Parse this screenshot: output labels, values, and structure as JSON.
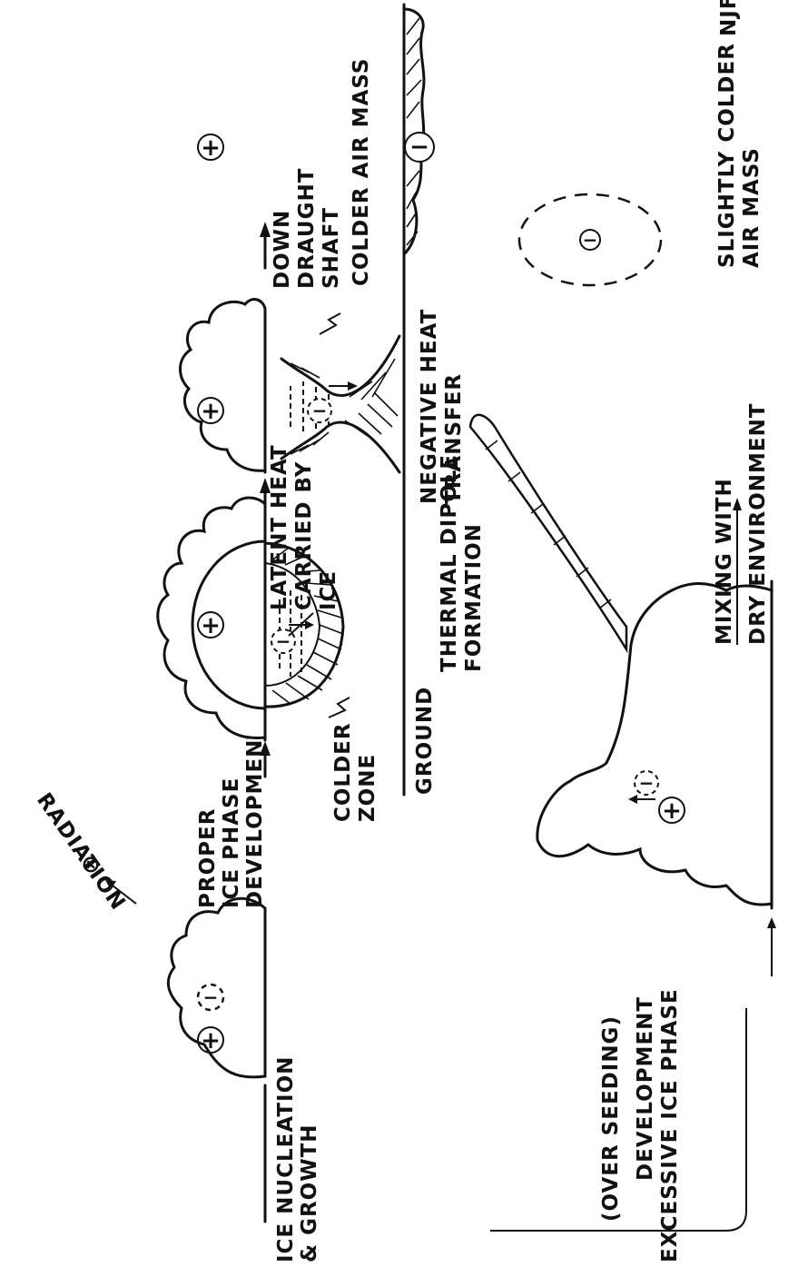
{
  "labels": {
    "ice_nucleation": "ICE NUCLEATION",
    "ice_growth": "& GROWTH",
    "radiation": "RADIATION",
    "proper_1": "PROPER",
    "proper_2": "ICE PHASE",
    "proper_3": "DEVELOPMENT",
    "colder_zone_1": "COLDER",
    "colder_zone_2": "ZONE",
    "ground": "GROUND",
    "thermal_1": "THERMAL DIPOLE",
    "thermal_2": "FORMATION",
    "latent_1": "LATENT HEAT",
    "latent_2": "CARRIED BY",
    "latent_3": "ICE",
    "negative_1": "NEGATIVE HEAT",
    "negative_2": "TRANSFER",
    "downdraught_1": "DOWN",
    "downdraught_2": "DRAUGHT",
    "downdraught_3": "SHAFT",
    "colder_air_mass": "COLDER AIR MASS",
    "slightly_1": "SLIGHTLY COLDER",
    "slightly_2": "AIR MASS",
    "excessive_1": "EXCESSIVE ICE PHASE",
    "excessive_2": "DEVELOPMENT",
    "over_seeding": "(OVER SEEDING)",
    "mixing_1": "MIXING WITH",
    "mixing_2": "DRY ENVIRONMENT",
    "initials": "NJF"
  },
  "symbols": {
    "plus": "+",
    "minus": "−",
    "radiation_sym": "⊗"
  }
}
